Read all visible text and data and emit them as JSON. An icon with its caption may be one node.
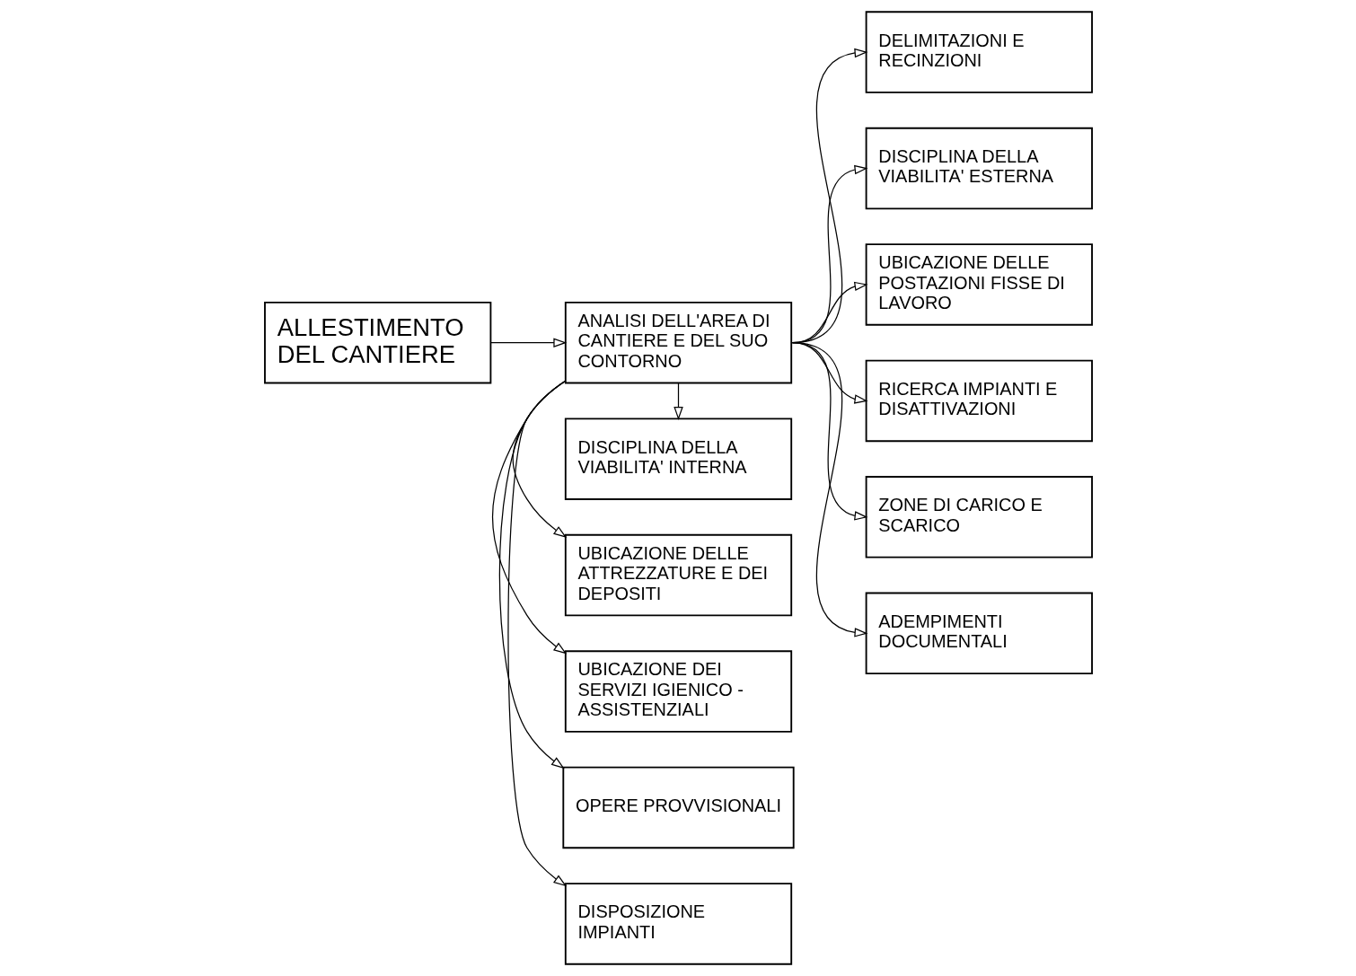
{
  "diagram": {
    "nodes": [
      {
        "text": [
          "ALLESTIMENTO DEL CANTIERE"
        ]
      },
      {
        "text": [
          "ANALISI DELL'AREA DI CANTIERE E DEL SUO CONTORNO"
        ]
      },
      {
        "text": [
          "DELIMITAZIONI E RECINZIONI"
        ]
      },
      {
        "text": [
          "DISCIPLINA DELLA VIABILITA' INTERNA"
        ]
      },
      {
        "text": [
          "DISCIPLINA DELLA VIABILITA' ESTERNA"
        ]
      },
      {
        "text": [
          "UBICAZIONE DELLE ATTREZZATURE E DEI DEPOSITI"
        ]
      },
      {
        "text": [
          "UBICAZIONE DELLE POSTAZIONI FISSE DI LAVORO"
        ]
      },
      {
        "text": [
          "UBICAZIONE DEI SERVIZI IGIENICO - ASSISTENZIALI"
        ]
      },
      {
        "text": [
          "RICERCA IMPIANTI E DISATTIVAZIONI"
        ]
      },
      {
        "text": [
          "OPERE PROVVISIONALI"
        ]
      },
      {
        "text": [
          "ZONE DI CARICO E SCARICO"
        ]
      },
      {
        "text": [
          "DISPOSIZIONE IMPIANTI"
        ]
      },
      {
        "text": [
          "ADEMPIMENTI DOCUMENTALI"
        ]
      }
    ],
    "edges": [
      {
        "from": 0,
        "to": 1,
        "arrow": "to"
      },
      {
        "from": 1,
        "to": 2,
        "arrow": "to"
      },
      {
        "from": 1,
        "to": 3,
        "arrow": "to"
      },
      {
        "from": 1,
        "to": 4,
        "arrow": "to"
      },
      {
        "from": 1,
        "to": 5,
        "arrow": "to"
      },
      {
        "from": 1,
        "to": 6,
        "arrow": "to"
      },
      {
        "from": 1,
        "to": 7,
        "arrow": "to"
      },
      {
        "from": 1,
        "to": 8,
        "arrow": "to"
      },
      {
        "from": 1,
        "to": 9,
        "arrow": "to"
      },
      {
        "from": 1,
        "to": 10,
        "arrow": "to"
      },
      {
        "from": 1,
        "to": 11,
        "arrow": "to"
      },
      {
        "from": 1,
        "to": 12,
        "arrow": "to"
      }
    ]
  }
}
